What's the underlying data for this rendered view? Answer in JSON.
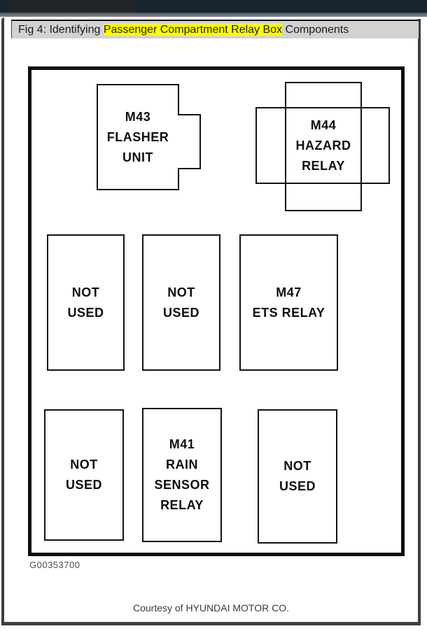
{
  "browser": {
    "tab_bar_color": "#17232e",
    "tab_color": "#212429"
  },
  "figure": {
    "title_prefix": "Fig 4: Identifying ",
    "title_highlight": "Passenger Compartment Relay Box",
    "title_suffix": " Components",
    "highlight_color": "#ffff00",
    "labels": {
      "m43": [
        "M43",
        "FLASHER",
        "UNIT"
      ],
      "m44": [
        "M44",
        "HAZARD",
        "RELAY"
      ],
      "m47": [
        "M47",
        "ETS RELAY"
      ],
      "m41": [
        "M41",
        "RAIN",
        "SENSOR",
        "RELAY"
      ],
      "not_used": [
        "NOT",
        "USED"
      ]
    },
    "figure_code": "G00353700",
    "courtesy": "Courtesy of HYUNDAI MOTOR CO."
  }
}
